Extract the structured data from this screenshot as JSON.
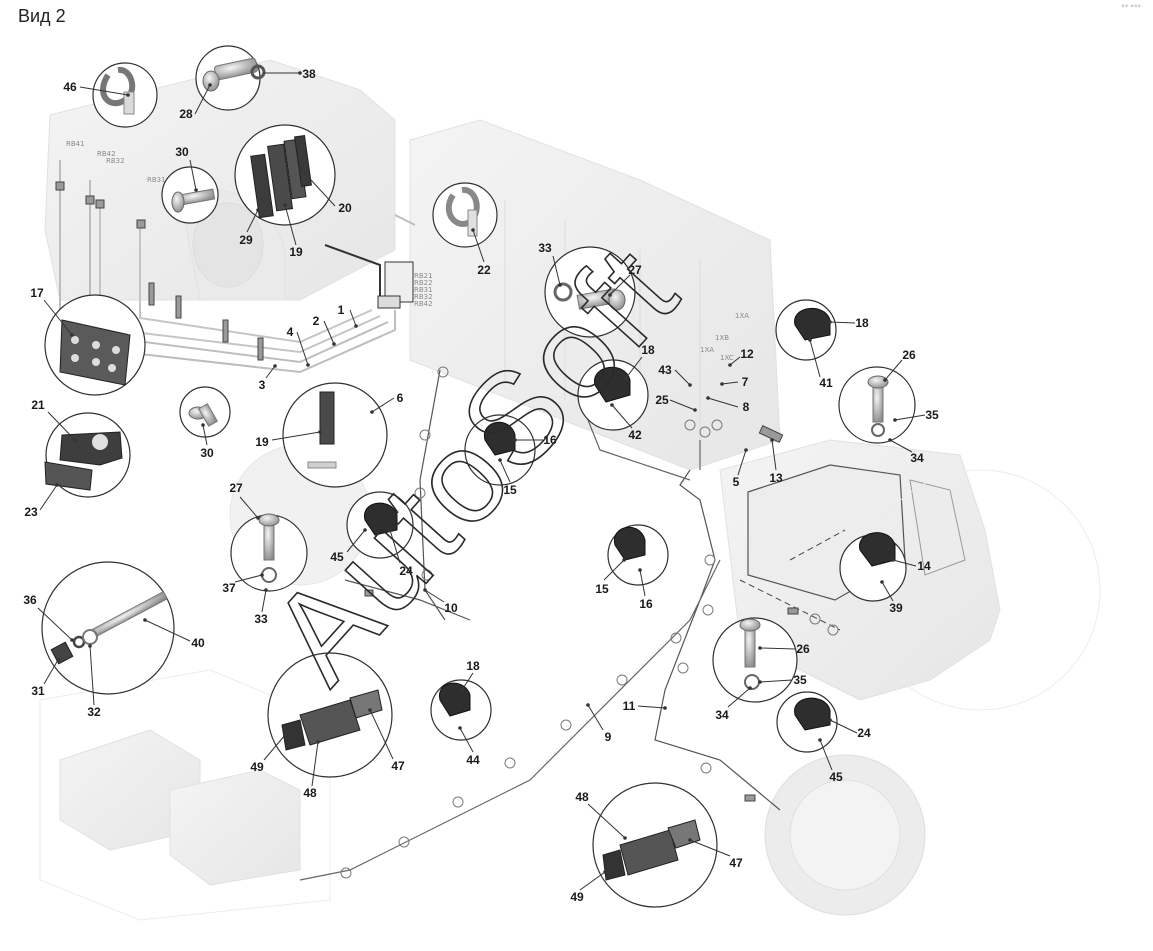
{
  "header": {
    "title": "Вид 2",
    "corner_mark": "°° °°°"
  },
  "watermark": "AutoSoft",
  "callouts": [
    {
      "id": "46",
      "label": "46"
    },
    {
      "id": "28",
      "label": "28"
    },
    {
      "id": "38",
      "label": "38"
    },
    {
      "id": "30a",
      "label": "30"
    },
    {
      "id": "20",
      "label": "20"
    },
    {
      "id": "29",
      "label": "29"
    },
    {
      "id": "19a",
      "label": "19"
    },
    {
      "id": "17",
      "label": "17"
    },
    {
      "id": "1",
      "label": "1"
    },
    {
      "id": "2",
      "label": "2"
    },
    {
      "id": "4",
      "label": "4"
    },
    {
      "id": "3",
      "label": "3"
    },
    {
      "id": "22",
      "label": "22"
    },
    {
      "id": "33a",
      "label": "33"
    },
    {
      "id": "27a",
      "label": "27"
    },
    {
      "id": "18a",
      "label": "18"
    },
    {
      "id": "41",
      "label": "41"
    },
    {
      "id": "12",
      "label": "12"
    },
    {
      "id": "43",
      "label": "43"
    },
    {
      "id": "7",
      "label": "7"
    },
    {
      "id": "8",
      "label": "8"
    },
    {
      "id": "18b",
      "label": "18"
    },
    {
      "id": "25",
      "label": "25"
    },
    {
      "id": "42",
      "label": "42"
    },
    {
      "id": "26a",
      "label": "26"
    },
    {
      "id": "35a",
      "label": "35"
    },
    {
      "id": "34a",
      "label": "34"
    },
    {
      "id": "13",
      "label": "13"
    },
    {
      "id": "5",
      "label": "5"
    },
    {
      "id": "21",
      "label": "21"
    },
    {
      "id": "30b",
      "label": "30"
    },
    {
      "id": "6",
      "label": "6"
    },
    {
      "id": "19b",
      "label": "19"
    },
    {
      "id": "16a",
      "label": "16"
    },
    {
      "id": "15a",
      "label": "15"
    },
    {
      "id": "23",
      "label": "23"
    },
    {
      "id": "27b",
      "label": "27"
    },
    {
      "id": "37",
      "label": "37"
    },
    {
      "id": "33b",
      "label": "33"
    },
    {
      "id": "45a",
      "label": "45"
    },
    {
      "id": "24a",
      "label": "24"
    },
    {
      "id": "10",
      "label": "10"
    },
    {
      "id": "15b",
      "label": "15"
    },
    {
      "id": "16b",
      "label": "16"
    },
    {
      "id": "14",
      "label": "14"
    },
    {
      "id": "39",
      "label": "39"
    },
    {
      "id": "36",
      "label": "36"
    },
    {
      "id": "40",
      "label": "40"
    },
    {
      "id": "31",
      "label": "31"
    },
    {
      "id": "32",
      "label": "32"
    },
    {
      "id": "26b",
      "label": "26"
    },
    {
      "id": "35b",
      "label": "35"
    },
    {
      "id": "34b",
      "label": "34"
    },
    {
      "id": "18c",
      "label": "18"
    },
    {
      "id": "11",
      "label": "11"
    },
    {
      "id": "44",
      "label": "44"
    },
    {
      "id": "9",
      "label": "9"
    },
    {
      "id": "24b",
      "label": "24"
    },
    {
      "id": "45b",
      "label": "45"
    },
    {
      "id": "49a",
      "label": "49"
    },
    {
      "id": "48a",
      "label": "48"
    },
    {
      "id": "47a",
      "label": "47"
    },
    {
      "id": "48b",
      "label": "48"
    },
    {
      "id": "47b",
      "label": "47"
    },
    {
      "id": "49b",
      "label": "49"
    }
  ],
  "relay_labels": [
    "RB41",
    "RB42",
    "RB32",
    "RB31"
  ],
  "connector_labels": [
    "RB21",
    "RB22",
    "RB31",
    "RB32",
    "RB42"
  ],
  "cab_labels": [
    "1XA",
    "1XB",
    "1XA",
    "1XC"
  ]
}
